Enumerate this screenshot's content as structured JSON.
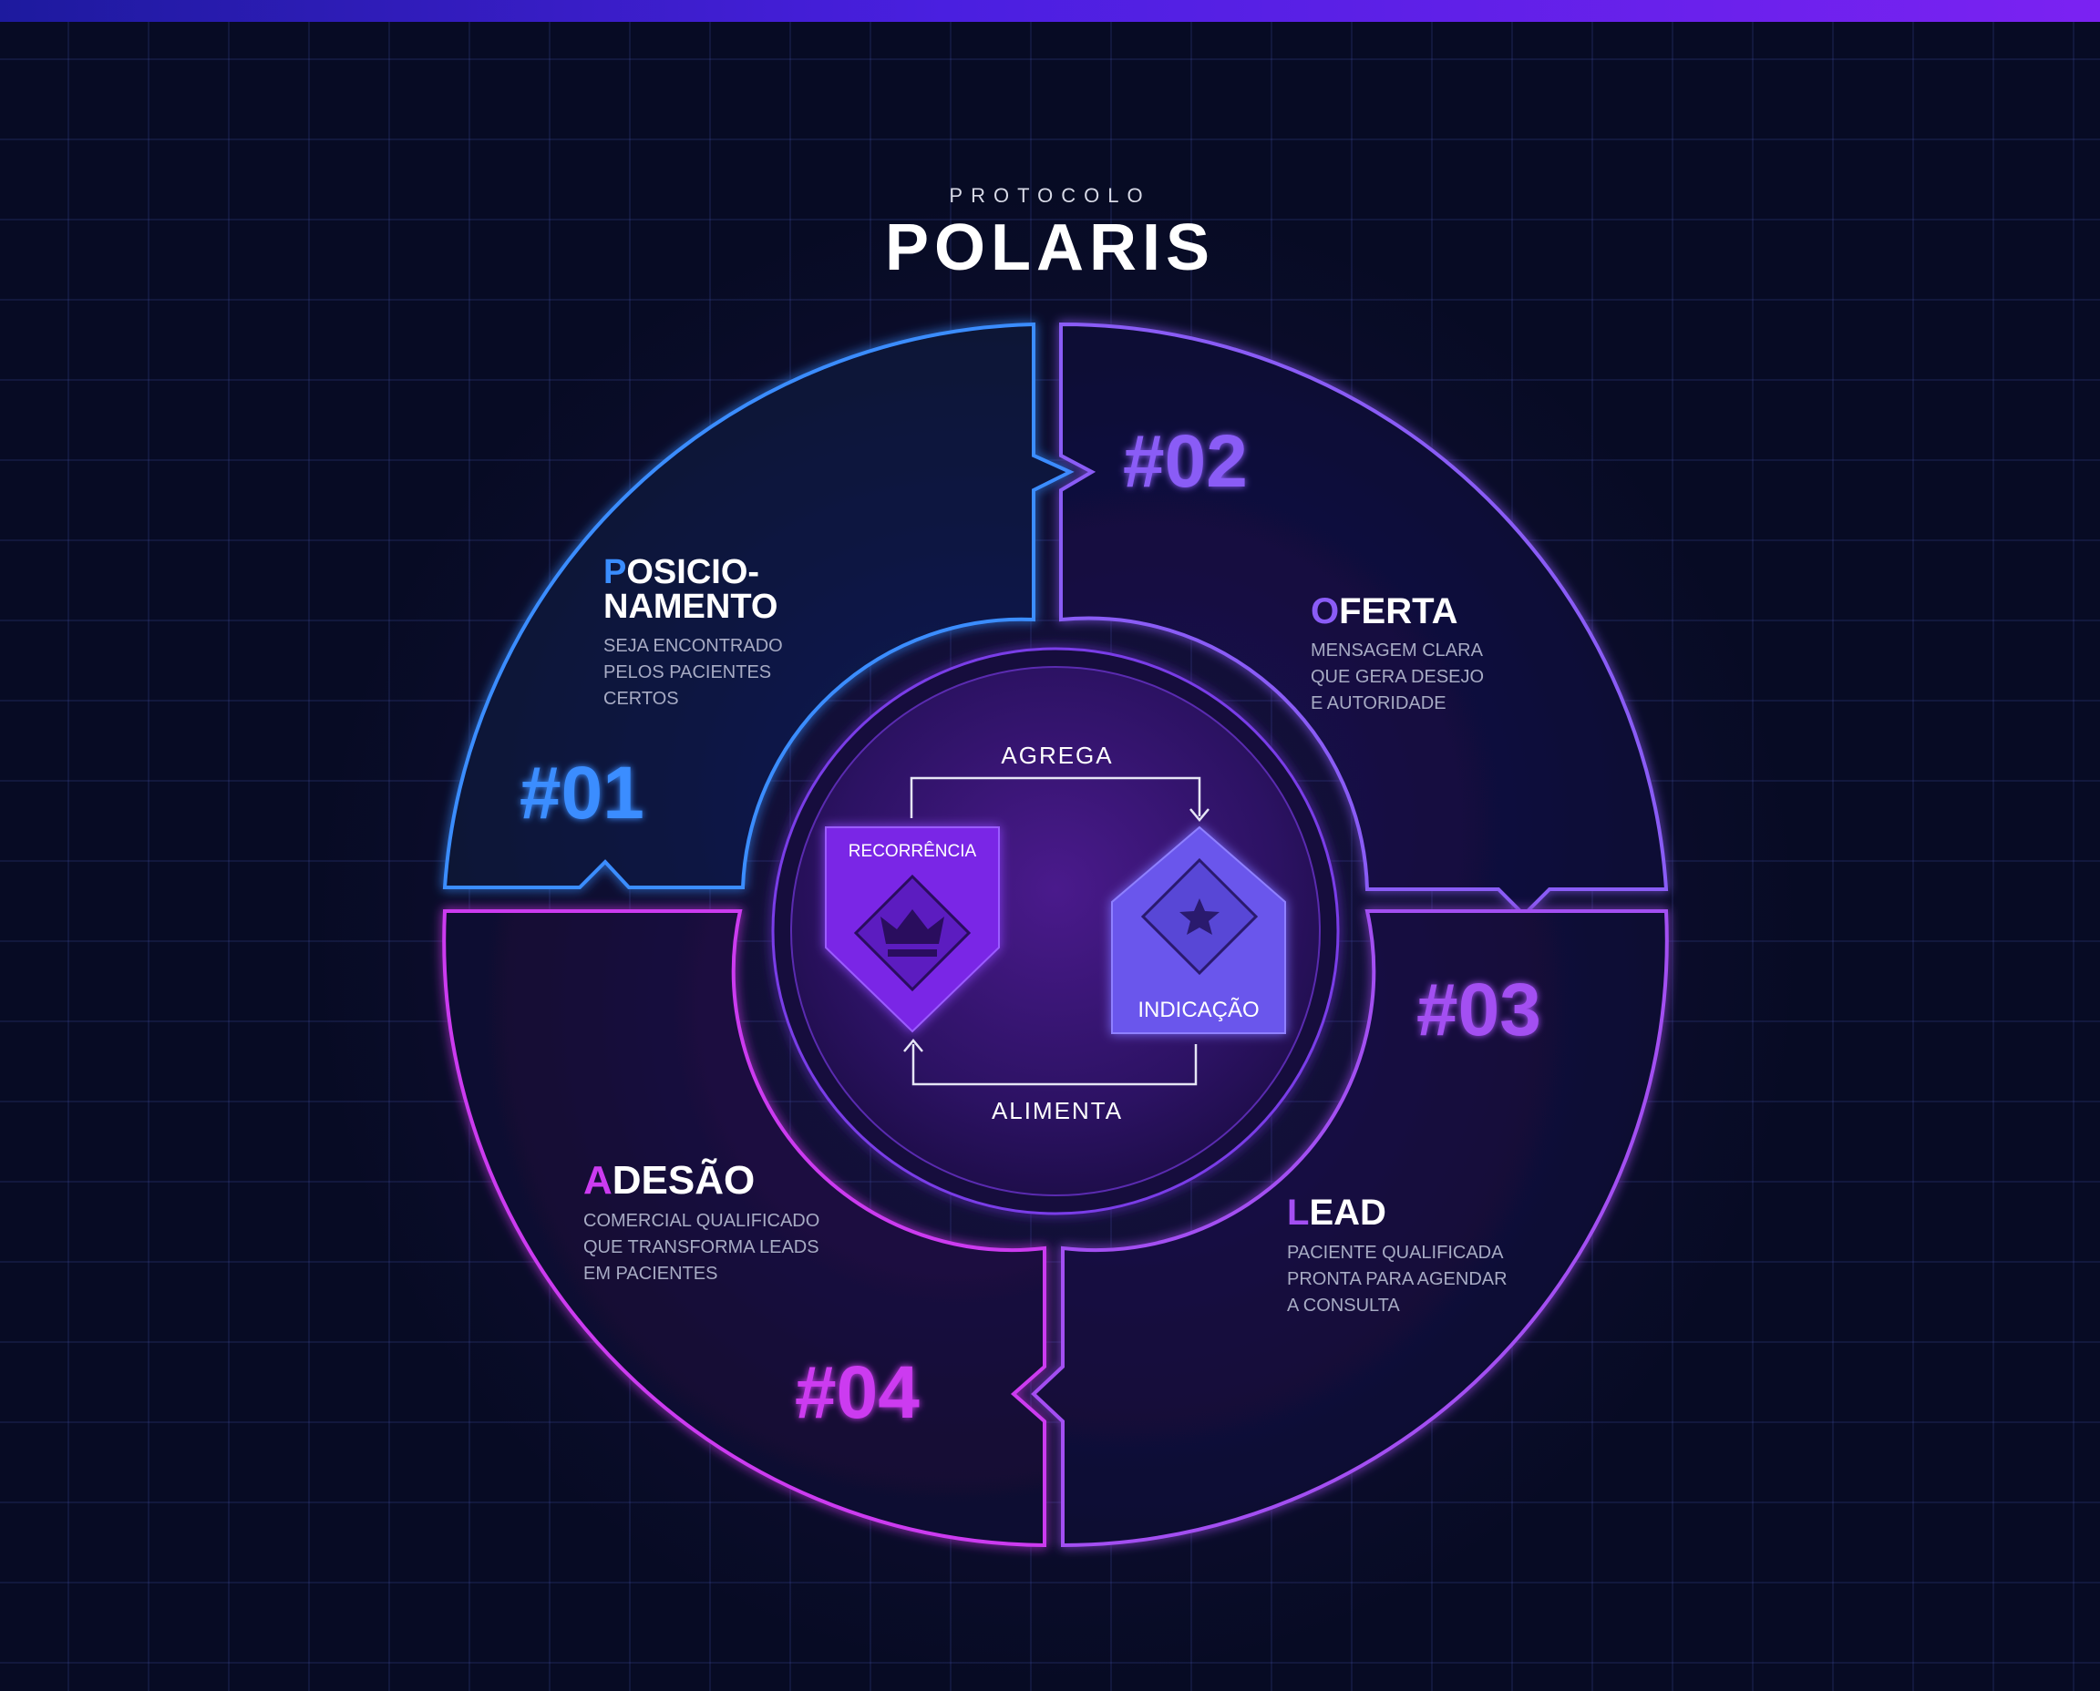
{
  "brand": {
    "kicker": "PROTOCOLO",
    "name": "POLARIS"
  },
  "colors": {
    "background": "#070b24",
    "step1": "#3a8dff",
    "step2": "#8a5cf6",
    "step3": "#a34ff2",
    "step4": "#cc3bf0",
    "core": "#7a28e6",
    "indicacao": "#6a57ec"
  },
  "steps": [
    {
      "number": "#01",
      "title_initial": "P",
      "title_line1": "OSICIO-",
      "title_line2": "NAMENTO",
      "desc": [
        "SEJA ENCONTRADO",
        "PELOS PACIENTES",
        "CERTOS"
      ]
    },
    {
      "number": "#02",
      "title_initial": "O",
      "title_rest": "FERTA",
      "desc": [
        "MENSAGEM CLARA",
        "QUE GERA DESEJO",
        "E AUTORIDADE"
      ]
    },
    {
      "number": "#03",
      "title_initial": "L",
      "title_rest": "EAD",
      "desc": [
        "PACIENTE QUALIFICADA",
        "PRONTA PARA AGENDAR",
        "A CONSULTA"
      ]
    },
    {
      "number": "#04",
      "title_initial": "A",
      "title_rest": "DESÃO",
      "desc": [
        "COMERCIAL QUALIFICADO",
        "QUE TRANSFORMA LEADS",
        "EM PACIENTES"
      ]
    }
  ],
  "core": {
    "top_label": "AGREGA",
    "bottom_label": "ALIMENTA",
    "left_badge": {
      "label": "RECORRÊNCIA",
      "icon": "crown-icon"
    },
    "right_badge": {
      "label": "INDICAÇÃO",
      "icon": "star-icon"
    }
  }
}
